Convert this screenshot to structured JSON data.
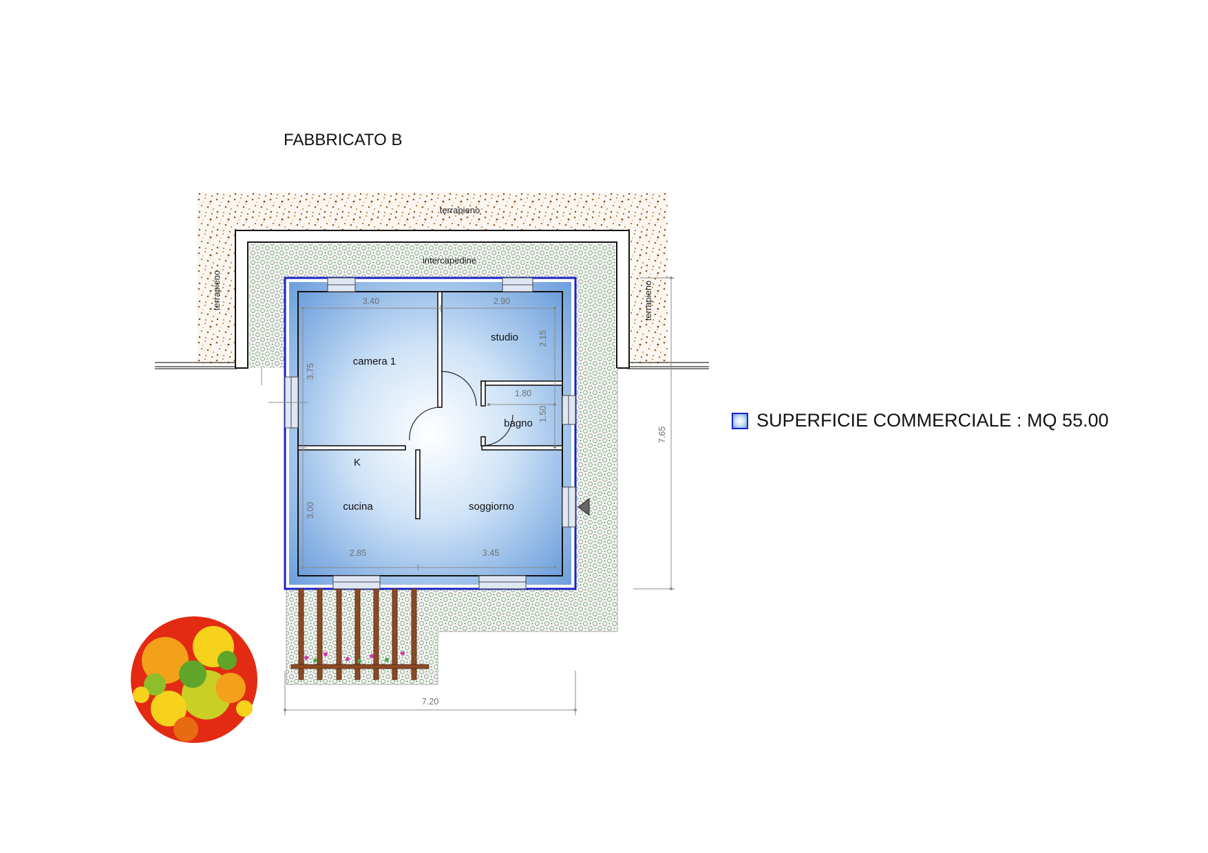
{
  "title": "FABBRICATO B",
  "legend": {
    "label": "SUPERFICIE COMMERCIALE : MQ 55.00"
  },
  "areas": {
    "terrapieno_top": "terrapieno",
    "terrapieno_left": "terrapieno",
    "terrapieno_right": "terrapieno",
    "intercapedine": "intercapedine"
  },
  "rooms": {
    "camera": "camera 1",
    "studio": "studio",
    "bagno": "bagno",
    "cucina": "cucina",
    "soggiorno": "soggiorno",
    "kitchen_mark": "K"
  },
  "dimensions": {
    "camera_width": "3.40",
    "studio_width": "2.90",
    "camera_depth": "3.75",
    "studio_depth": "2.15",
    "bagno_width": "1.80",
    "bagno_depth": "1.50",
    "cucina_depth": "3.00",
    "cucina_width": "2.85",
    "soggiorno_width": "3.45",
    "total_depth": "7.65",
    "total_width": "7.20"
  },
  "colors": {
    "perimeter": "#1a22c8",
    "floor_light": "#ffffff",
    "floor_dark": "#6d9fdc",
    "soil": "#9a5a24",
    "gravel": "#2e8b3c",
    "pergola": "#8b4a25"
  }
}
